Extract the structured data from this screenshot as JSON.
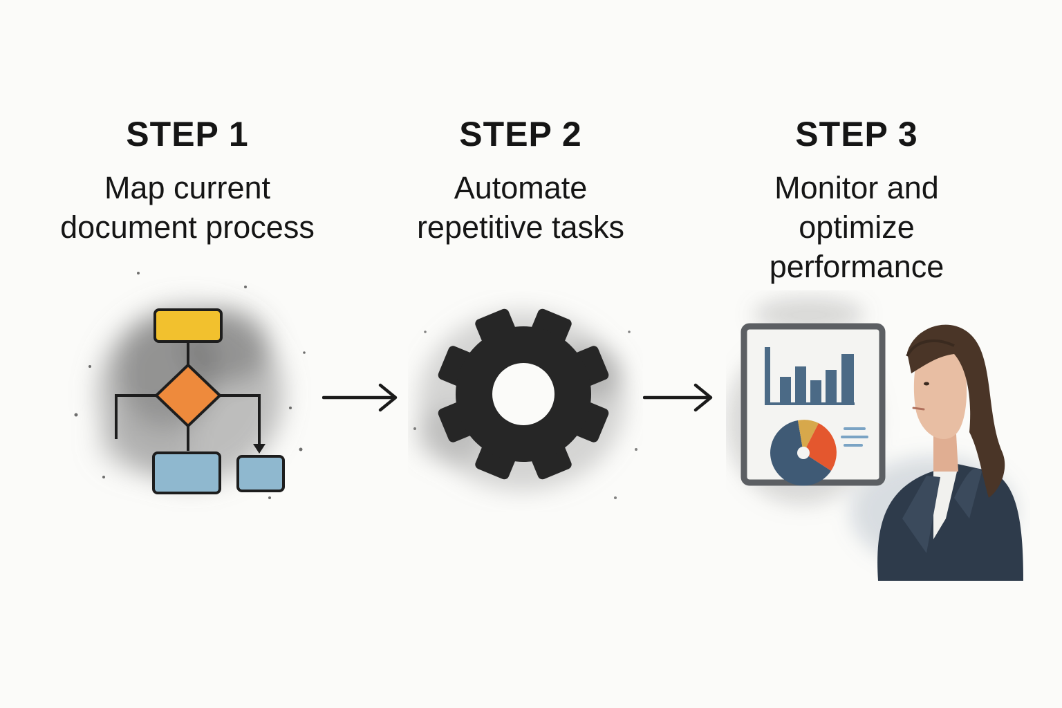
{
  "steps": [
    {
      "title": "STEP 1",
      "description_lines": [
        "Map current",
        "document process"
      ],
      "icon": "flowchart-icon"
    },
    {
      "title": "STEP 2",
      "description_lines": [
        "Automate",
        "repetitive tasks"
      ],
      "icon": "gear-icon"
    },
    {
      "title": "STEP 3",
      "description_lines": [
        "Monitor and",
        "optimize",
        "performance"
      ],
      "icon": "dashboard-person-icon"
    }
  ],
  "connectors": [
    "arrow-right-icon",
    "arrow-right-icon"
  ],
  "colors": {
    "flow_top": "#f2c12e",
    "flow_decision": "#ee8a3c",
    "flow_bottom": "#8fb8cf",
    "gear": "#262626",
    "chart_bars": "#4b6a86",
    "pie_red": "#e4572e",
    "pie_gold": "#d7a84b",
    "pie_navy": "#3f5a75",
    "jacket": "#2e3b4b",
    "hair": "#4a3527",
    "skin": "#e8bea3"
  }
}
